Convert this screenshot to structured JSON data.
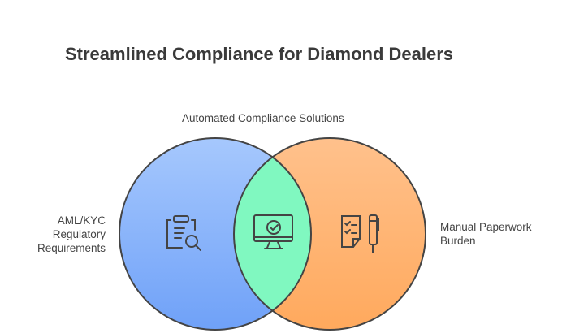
{
  "title": "Streamlined Compliance for Diamond Dealers",
  "labels": {
    "top": "Automated Compliance Solutions",
    "left": [
      "AML/KYC",
      "Regulatory",
      "Requirements"
    ],
    "right": [
      "Manual Paperwork",
      "Burden"
    ]
  },
  "colors": {
    "left_top": "#a6c8fd",
    "left_bottom": "#6fa1f8",
    "right_top": "#ffc18c",
    "right_bottom": "#ffa95d",
    "overlap": "#80f8c0",
    "stroke": "#444444"
  },
  "icons": {
    "left": "clipboard-search-icon",
    "center": "monitor-check-icon",
    "right": "checklist-pen-icon"
  }
}
